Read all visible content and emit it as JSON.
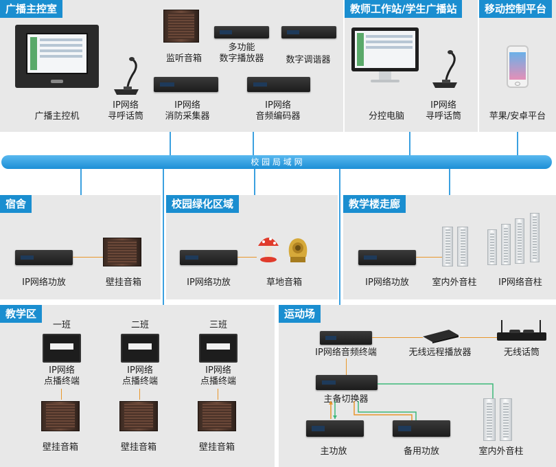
{
  "network": {
    "label": "校 园 局 域 网"
  },
  "sections": {
    "control_room": {
      "title": "广播主控室",
      "host": "广播主控机",
      "ip_paging_mic": [
        "IP网络",
        "寻呼话筒"
      ],
      "monitor_speaker": "监听音箱",
      "ip_fire_collector": [
        "IP网络",
        "消防采集器"
      ],
      "multi_player": [
        "多功能",
        "数字播放器"
      ],
      "digital_tuner": "数字调谐器",
      "ip_audio_encoder": [
        "IP网络",
        "音频编码器"
      ]
    },
    "teacher_station": {
      "title": "教师工作站/学生广播站",
      "pc": "分控电脑",
      "ip_paging_mic": [
        "IP网络",
        "寻呼话筒"
      ]
    },
    "mobile": {
      "title": "移动控制平台",
      "platform": "苹果/安卓平台"
    },
    "dorm": {
      "title": "宿舍",
      "amp": "IP网络功放",
      "speaker": "壁挂音箱"
    },
    "green": {
      "title": "校园绿化区域",
      "amp": "IP网络功放",
      "speaker": "草地音箱"
    },
    "corridor": {
      "title": "教学楼走廊",
      "amp": "IP网络功放",
      "column": "室内外音柱",
      "ip_column": "IP网络音柱"
    },
    "teaching": {
      "title": "教学区",
      "classes": [
        {
          "name": "一班",
          "terminal": [
            "IP网络",
            "点播终端"
          ],
          "speaker": "壁挂音箱"
        },
        {
          "name": "二班",
          "terminal": [
            "IP网络",
            "点播终端"
          ],
          "speaker": "壁挂音箱"
        },
        {
          "name": "三班",
          "terminal": [
            "IP网络",
            "点播终端"
          ],
          "speaker": "壁挂音箱"
        }
      ]
    },
    "playground": {
      "title": "运动场",
      "terminal": "IP网络音频终端",
      "wireless_player": "无线远程播放器",
      "wireless_mic": "无线话筒",
      "switcher": "主备切换器",
      "main_amp": "主功放",
      "backup_amp": "备用功放",
      "column": "室内外音柱"
    }
  },
  "colors": {
    "accent": "#1a8ed0",
    "panel": "#e8e8e8",
    "link_orange": "#e8962a",
    "link_green": "#3cb878"
  }
}
